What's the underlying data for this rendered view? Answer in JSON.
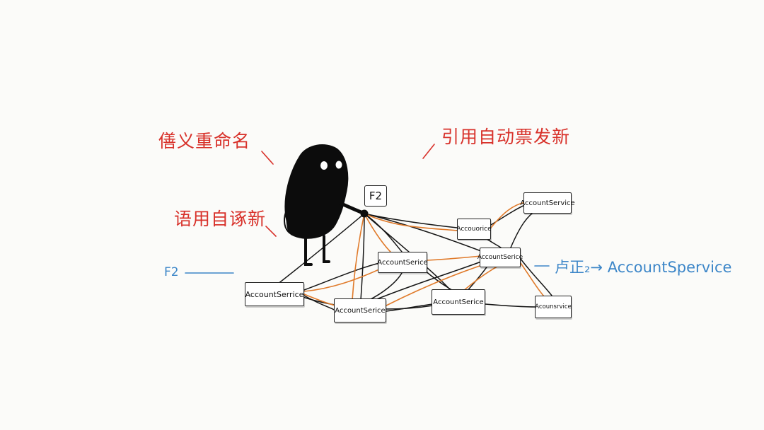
{
  "labels": {
    "rename": "僐义重命名",
    "auto_update_top": "引用自动票发新",
    "auto_update_left": "语用自诼新",
    "f2_left": "F2",
    "f2_key": "F2",
    "rename_result": "卢正₂→ AccountSpervice"
  },
  "nodes": {
    "n1": "AccountService",
    "n2": "Accouorice",
    "n3": "AccountSerice",
    "n4": "AccountSerice",
    "n5": "AccountSerrice",
    "n6": "AccountSerice",
    "n7": "AccountSerice",
    "n8": "Acounsrvice"
  },
  "colors": {
    "red": "#d8322b",
    "blue": "#3c86c8",
    "orange": "#e07a2a",
    "ink": "#111111"
  }
}
